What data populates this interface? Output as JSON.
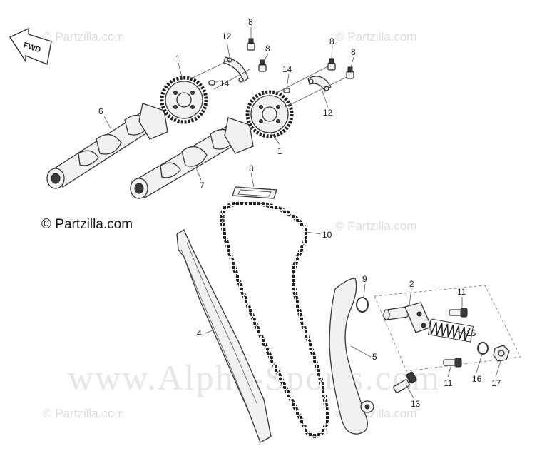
{
  "watermarks": {
    "partzilla": "© Partzilla.com",
    "alpha": "www.Alpha-Sports.com"
  },
  "credit": "© Partzilla.com",
  "direction_label": "FWD",
  "callouts": {
    "c1a": "1",
    "c1b": "1",
    "c2": "2",
    "c3": "3",
    "c4": "4",
    "c5": "5",
    "c6": "6",
    "c7": "7",
    "c8a": "8",
    "c8b": "8",
    "c8c": "8",
    "c8d": "8",
    "c9": "9",
    "c10": "10",
    "c11a": "11",
    "c11b": "11",
    "c12a": "12",
    "c12b": "12",
    "c13": "13",
    "c14a": "14",
    "c14b": "14",
    "c15": "15",
    "c16": "16",
    "c17": "17"
  }
}
